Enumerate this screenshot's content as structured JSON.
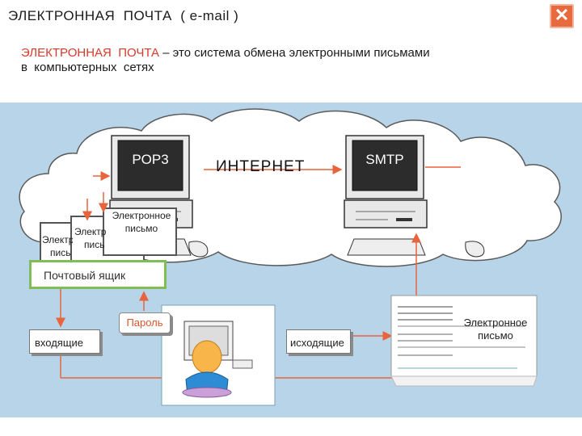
{
  "window": {
    "title": "ЭЛЕКТРОННАЯ  ПОЧТА  ( e-mail )",
    "close_glyph": "✕"
  },
  "definition": {
    "term": "ЭЛЕКТРОННАЯ  ПОЧТА",
    "rest": " – это система обмена электронными письмами",
    "line2": "в  компьютерных  сетях"
  },
  "diagram": {
    "internet_label": "ИНТЕРНЕТ",
    "pop3_label": "POP3",
    "smtp_label": "SMTP",
    "mailbox_label": "Почтовый ящик",
    "inbox_label": "входящие",
    "outbox_label": "исходящие",
    "password_label": "Пароль",
    "letter_label_full": "Электронное письмо",
    "letter_front_line1": "Электронное",
    "letter_front_line2": "письмо",
    "letter_mid_line1": "Электро",
    "letter_mid_line2": "пись",
    "letter_back_line1": "Электро",
    "letter_back_line2": "пись",
    "doc_label_line1": "Электронное",
    "doc_label_line2": "письмо"
  },
  "colors": {
    "accent": "#d53a2c",
    "background": "#b7d4e8",
    "arrow": "#e8643c",
    "mailbox_border": "#7fbe54",
    "close_button": "#e9693f"
  }
}
